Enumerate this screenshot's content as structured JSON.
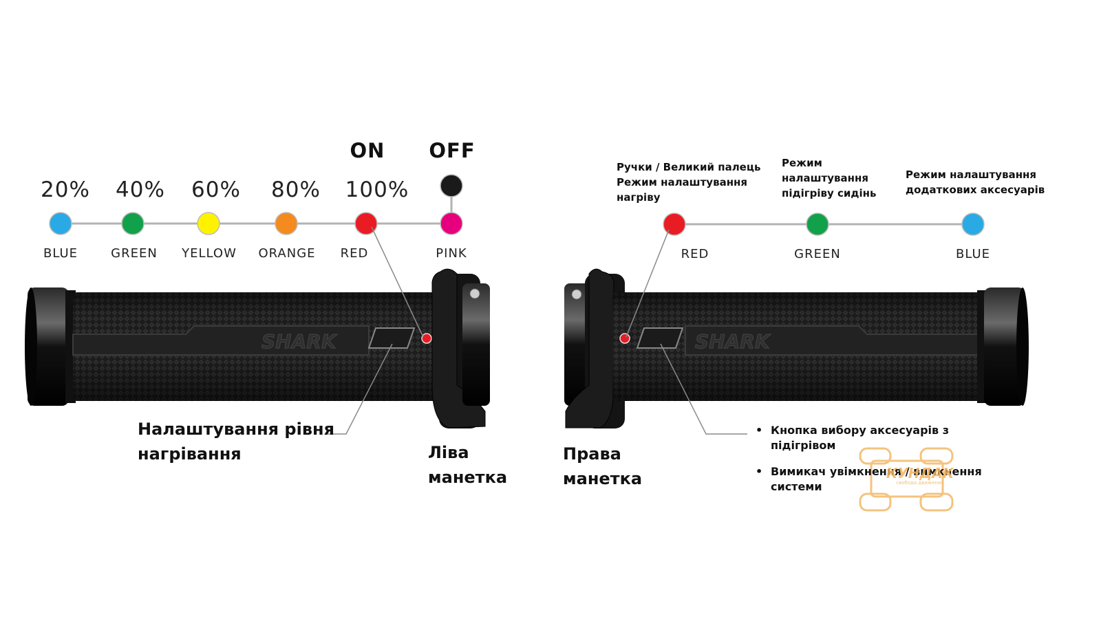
{
  "left_scale": {
    "state_labels": {
      "on": "ON",
      "off": "OFF"
    },
    "items": [
      {
        "percent": "20%",
        "name": "BLUE",
        "color": "#2aaae5"
      },
      {
        "percent": "40%",
        "name": "GREEN",
        "color": "#12a14b"
      },
      {
        "percent": "60%",
        "name": "YELLOW",
        "color": "#fff200"
      },
      {
        "percent": "80%",
        "name": "ORANGE",
        "color": "#f58a1f"
      },
      {
        "percent": "100%",
        "name": "RED",
        "color": "#e91c24"
      },
      {
        "percent": "",
        "name": "PINK",
        "color": "#e6007e"
      }
    ],
    "off_dot_color": "#1a1a1a"
  },
  "right_scale": {
    "items": [
      {
        "name": "RED",
        "color": "#e91c24",
        "mode": [
          "Ручки / Великий палець",
          "Режим налаштування",
          "нагріву"
        ]
      },
      {
        "name": "GREEN",
        "color": "#12a14b",
        "mode": [
          "Режим",
          "налаштування",
          "підігріву сидінь"
        ]
      },
      {
        "name": "BLUE",
        "color": "#2aaae5",
        "mode": [
          "Режим налаштування",
          "додаткових аксесуарів"
        ]
      }
    ]
  },
  "captions": {
    "heat_level": [
      "Налаштування рівня",
      "нагрівання"
    ],
    "left_grip": [
      "Ліва",
      "манетка"
    ],
    "right_grip": [
      "Права",
      "манетка"
    ]
  },
  "bullets": [
    [
      "Кнопка вибору аксесуарів з",
      "підігрівом"
    ],
    [
      "Вимикач увімкнення / вимкнення системи"
    ]
  ],
  "grip": {
    "brand": "SHARK",
    "led_color": "#e91c24"
  },
  "watermark": {
    "name": "КУНДАК",
    "tagline": "свобода движения"
  }
}
